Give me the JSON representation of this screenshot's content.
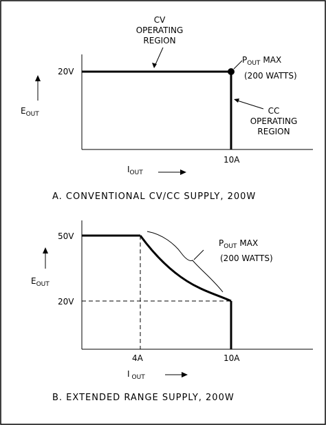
{
  "figure_a": {
    "region_cv": [
      "CV",
      "OPERATING",
      "REGION"
    ],
    "voltage_label": "20V",
    "power_max": {
      "p": "P",
      "sub": "OUT",
      "rest": "MAX",
      "paren": "(200 WATTS)"
    },
    "region_cc": [
      "CC",
      "OPERATING",
      "REGION"
    ],
    "e_axis": {
      "main": "E",
      "sub": "OUT"
    },
    "i_axis": {
      "main": "I",
      "sub": "OUT"
    },
    "current_label": "10A",
    "caption": "A. CONVENTIONAL CV/CC SUPPLY, 200W"
  },
  "figure_b": {
    "voltage_high": "50V",
    "voltage_low": "20V",
    "power_max": {
      "p": "P",
      "sub": "OUT",
      "rest": "MAX",
      "paren": "(200 WATTS)"
    },
    "e_axis": {
      "main": "E",
      "sub": "OUT"
    },
    "i_axis": {
      "main": "I",
      "sub": "OUT"
    },
    "current_a": "4A",
    "current_b": "10A",
    "caption": "B. EXTENDED RANGE SUPPLY, 200W"
  }
}
